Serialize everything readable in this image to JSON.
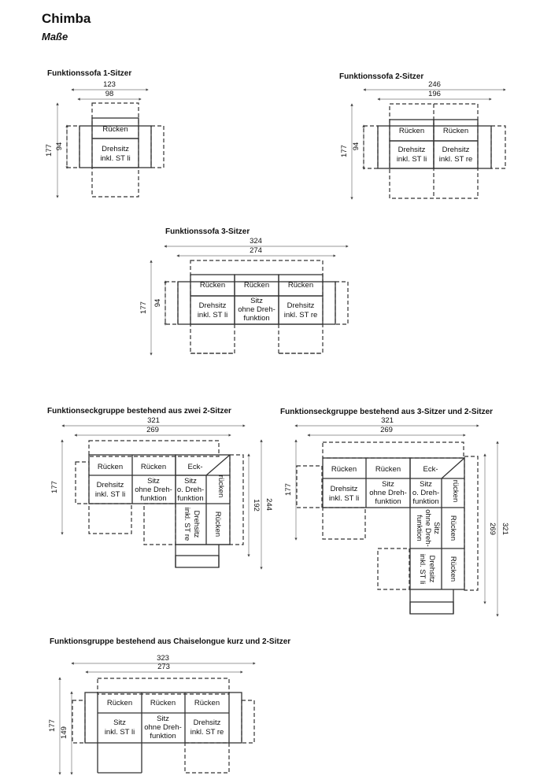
{
  "header": {
    "brand": "Chimba",
    "subtitle": "Maße"
  },
  "labels": {
    "ruecken": "Rücken",
    "eck_a": "Eck-",
    "eck_b": "rücken",
    "drehsitz": "Drehsitz",
    "inkl_li": "inkl. ST li",
    "inkl_re": "inkl. ST re",
    "sitz": "Sitz",
    "ohne_dreh": "ohne Dreh-",
    "funktion": "funktion",
    "o_dreh": "o. Dreh-"
  },
  "sections": {
    "sofa1": {
      "title": "Funktionssofa 1-Sitzer",
      "width_outer": "123",
      "width_inner": "98",
      "depth_outer": "177",
      "depth_inner": "94"
    },
    "sofa2": {
      "title": "Funktionssofa 2-Sitzer",
      "width_outer": "246",
      "width_inner": "196",
      "depth_outer": "177",
      "depth_inner": "94"
    },
    "sofa3": {
      "title": "Funktionssofa 3-Sitzer",
      "width_outer": "324",
      "width_inner": "274",
      "depth_outer": "177",
      "depth_inner": "94"
    },
    "eck22": {
      "title": "Funktionseckgruppe bestehend aus zwei 2-Sitzer",
      "width_outer": "321",
      "width_inner": "269",
      "depth_left": "177",
      "depth_outer": "244",
      "depth_inner": "192"
    },
    "eck32": {
      "title": "Funktionseckgruppe bestehend aus 3-Sitzer und 2-Sitzer",
      "width_outer": "321",
      "width_inner": "269",
      "depth_left": "177",
      "depth_outer": "321",
      "depth_inner": "269"
    },
    "chaise": {
      "title": "Funktionsgruppe bestehend aus Chaiselongue kurz und 2-Sitzer",
      "width_outer": "323",
      "width_inner": "273",
      "depth_outer": "177",
      "depth_inner": "149"
    }
  }
}
